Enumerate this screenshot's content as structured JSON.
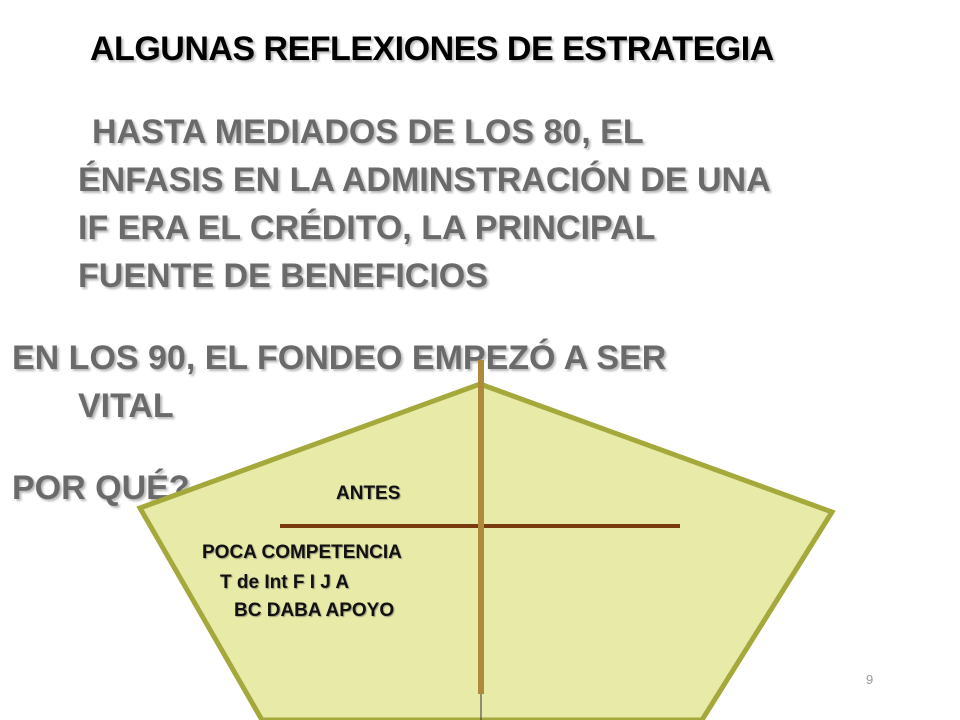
{
  "slide": {
    "title": "ALGUNAS REFLEXIONES DE ESTRATEGIA",
    "paragraph1": {
      "line1": "HASTA MEDIADOS DE LOS 80, EL",
      "line2": "ÉNFASIS EN LA ADMINSTRACIÓN DE UNA",
      "line3": "IF ERA EL CRÉDITO, LA PRINCIPAL",
      "line4": "FUENTE DE BENEFICIOS"
    },
    "paragraph2": {
      "line1": "EN LOS 90, EL FONDEO EMPEZÓ A SER",
      "line2": "VITAL"
    },
    "paragraph3": "POR QUÉ?",
    "diagram": {
      "heading": "ANTES",
      "items": [
        "POCA COMPETENCIA",
        "T de Int F I J A",
        "BC DABA APOYO"
      ],
      "colors": {
        "fill": "#e8eaa8",
        "stroke": "#a5a83a",
        "vertical_line": "#b08a3c",
        "horizontal_line": "#7a3a10"
      }
    },
    "page_number": "9"
  }
}
